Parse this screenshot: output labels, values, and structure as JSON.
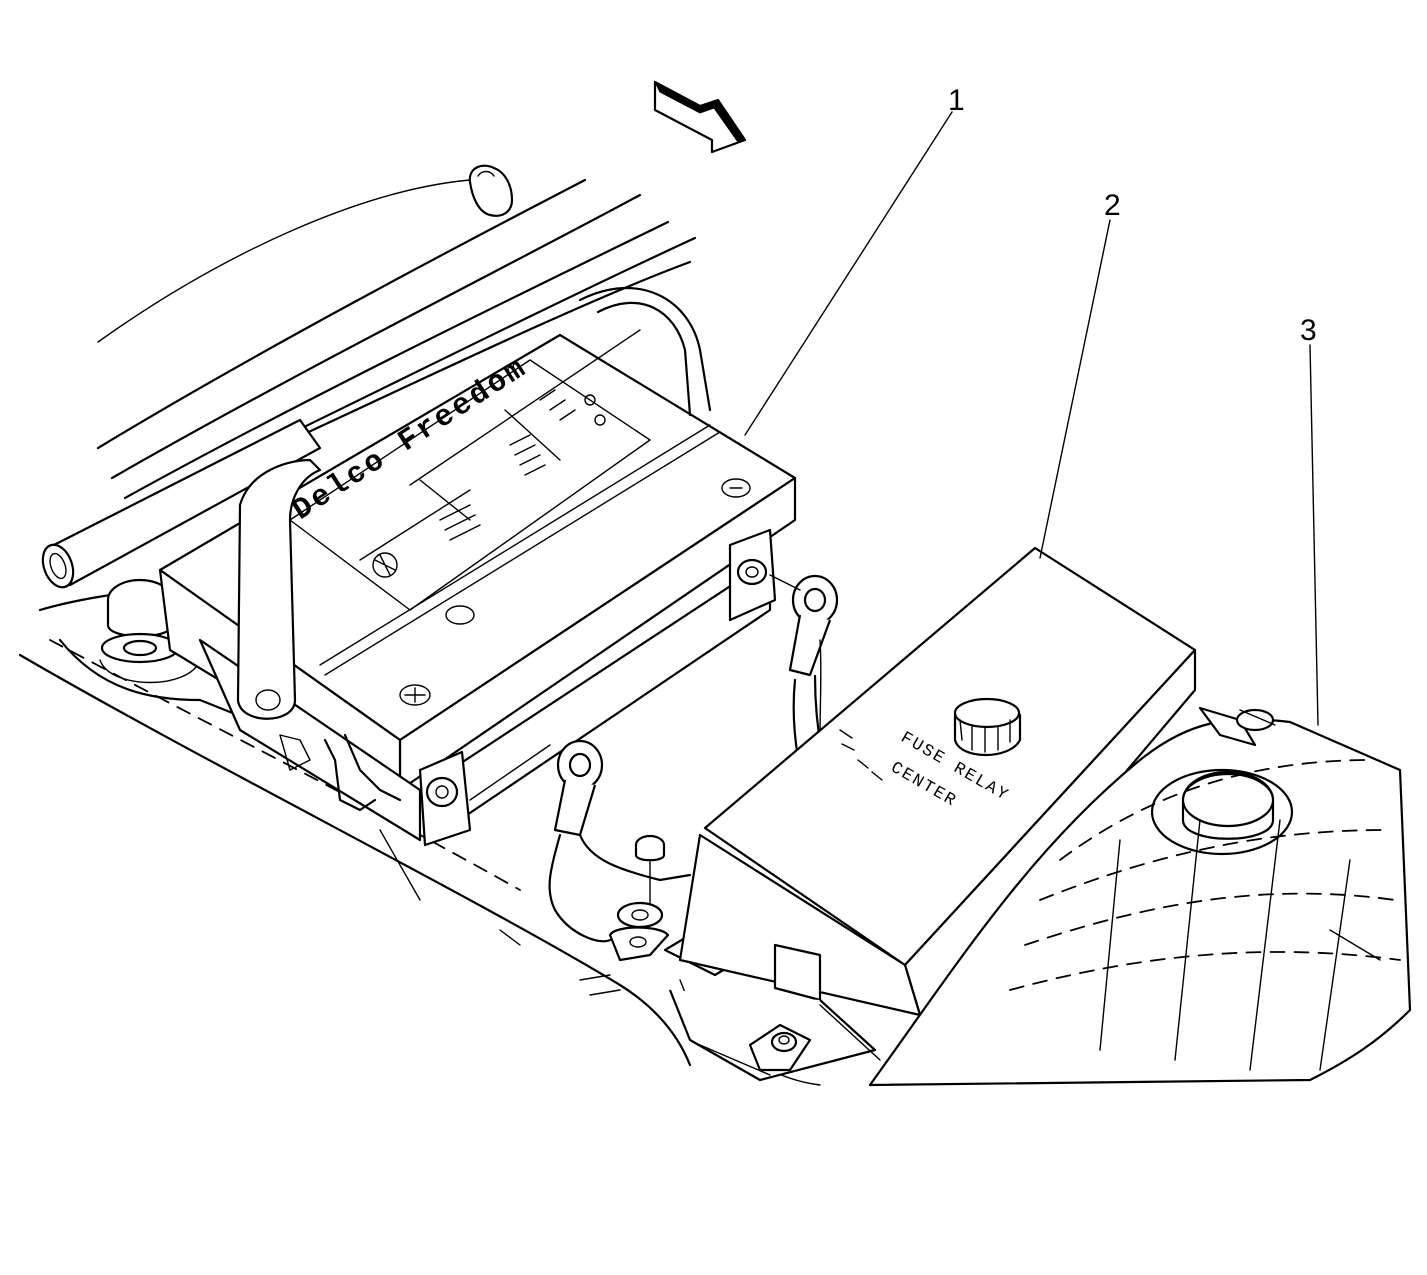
{
  "callouts": [
    {
      "number": "1"
    },
    {
      "number": "2"
    },
    {
      "number": "3"
    }
  ],
  "labels": {
    "fuse_relay_line1": "FUSE RELAY",
    "fuse_relay_line2": "CENTER"
  },
  "icons": {
    "direction": "arrow-forward-icon"
  }
}
